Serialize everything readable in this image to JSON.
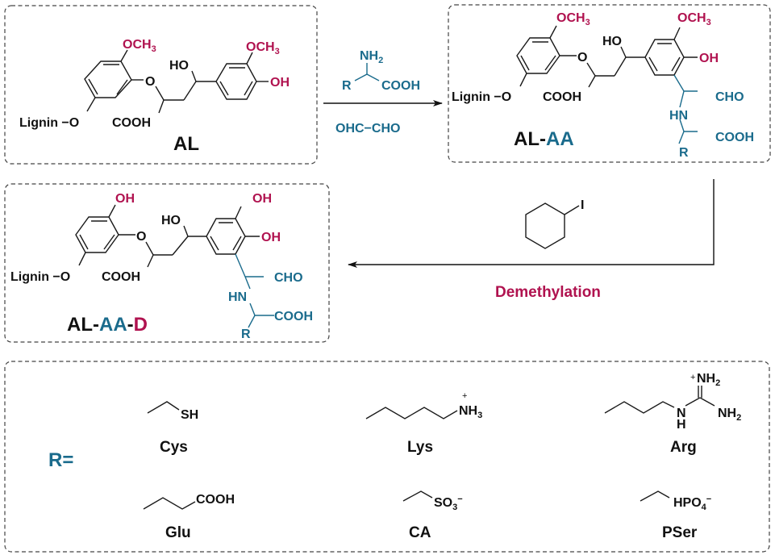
{
  "colors": {
    "black": "#111111",
    "magenta": "#b0124f",
    "teal": "#1a6b8c",
    "ring_fill": "#c9dcf3",
    "cyclohexane_fill": "#bfe0e3"
  },
  "al": {
    "label": "AL",
    "substituents": {
      "och3_left": "OCH",
      "och3_right": "OCH",
      "sub3": "3",
      "oh_right": "OH",
      "ho": "HO",
      "ether_o": "O",
      "lignin": "Lignin",
      "lignin_o": "O",
      "cooh": "COOH"
    }
  },
  "reagents_step1": {
    "nh2": "NH",
    "sub2": "2",
    "r": "R",
    "cooh": "COOH",
    "glyoxal": "OHC−CHO"
  },
  "al_aa": {
    "label_black": "AL-",
    "label_teal": "AA",
    "substituents": {
      "och3_left": "OCH",
      "och3_right": "OCH",
      "sub3": "3",
      "oh": "OH",
      "ho": "HO",
      "ether_o": "O",
      "lignin": "Lignin",
      "lignin_o": "O",
      "cooh": "COOH",
      "cho": "CHO",
      "hn": "HN",
      "cooh2": "COOH",
      "r": "R"
    }
  },
  "reagents_step2": {
    "iodo": "I",
    "condition": "Demethylation"
  },
  "al_aa_d": {
    "label_black1": "AL-",
    "label_teal": "AA",
    "label_black2": "-",
    "label_magenta": "D",
    "substituents": {
      "oh_left": "OH",
      "oh_right_top": "OH",
      "oh_right": "OH",
      "ho": "HO",
      "ether_o": "O",
      "lignin": "Lignin",
      "lignin_o": "O",
      "cooh": "COOH",
      "cho": "CHO",
      "hn": "HN",
      "cooh2": "COOH",
      "r": "R"
    }
  },
  "r_groups": {
    "title": "R=",
    "items": [
      {
        "name": "Cys",
        "group": "SH"
      },
      {
        "name": "Lys",
        "group": "NH",
        "sub": "3",
        "charge": "+"
      },
      {
        "name": "Arg",
        "group_top": "NH",
        "group_right": "NH",
        "sub": "2",
        "charge": "+",
        "nh_n": "N",
        "nh_h": "H"
      },
      {
        "name": "Glu",
        "group": "COOH"
      },
      {
        "name": "CA",
        "group": "SO",
        "sub": "3",
        "charge": "−"
      },
      {
        "name": "PSer",
        "group": "HPO",
        "sub": "4",
        "charge": "−"
      }
    ]
  }
}
